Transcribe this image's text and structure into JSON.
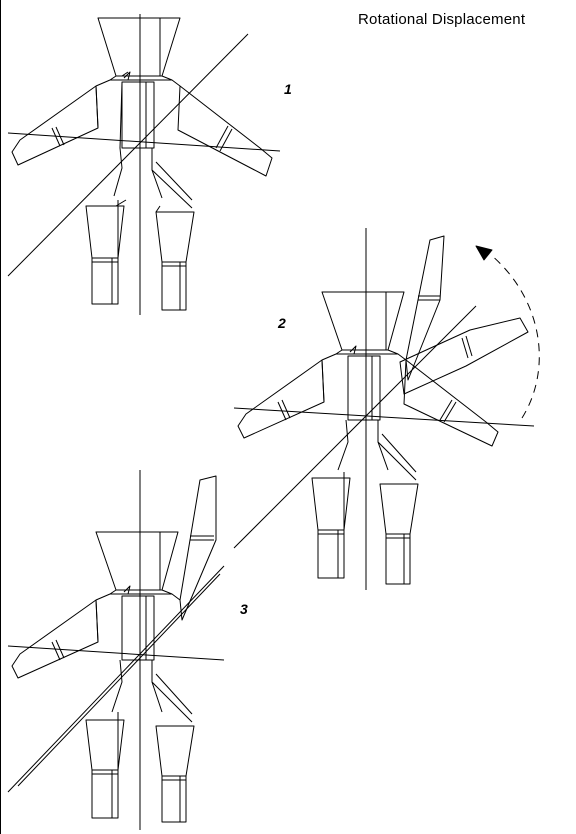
{
  "title": "Rotational Displacement",
  "steps": [
    {
      "label": "1"
    },
    {
      "label": "2"
    },
    {
      "label": "3"
    }
  ],
  "colors": {
    "ink": "#000000",
    "background": "#ffffff"
  },
  "icons": {
    "rotation_arrow": "dashed-curved-arrow-icon"
  }
}
